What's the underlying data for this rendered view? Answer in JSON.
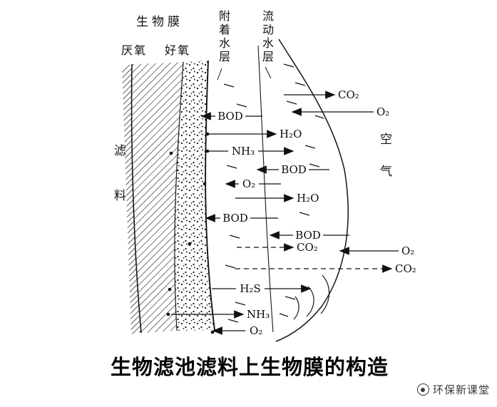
{
  "title": "生物滤池滤料上生物膜的构造",
  "watermark": {
    "name": "环保新课堂"
  },
  "colors": {
    "ink": "#111111",
    "background": "#ffffff",
    "watermark": "#3a3a3a"
  },
  "layer_labels": {
    "biofilm": "生物膜",
    "anaerobic": "厌氧",
    "aerobic": "好氧",
    "attached_water": "附着水层",
    "flowing_water": "流动水层",
    "filter_media": "滤料",
    "air": "空气"
  },
  "annotations": {
    "co2_top": "CO₂",
    "o2_top": "O₂",
    "bod_1": "BOD",
    "h2o_1": "H₂O",
    "nh3_1": "NH₃",
    "bod_2": "BOD",
    "o2_mid": "O₂",
    "h2o_2": "H₂O",
    "bod_3": "BOD",
    "bod_4": "BOD",
    "co2_mid": "CO₂",
    "o2_right": "O₂",
    "co2_low": "CO₂",
    "h2s": "H₂S",
    "nh3_low": "NH₃",
    "o2_low": "O₂"
  }
}
